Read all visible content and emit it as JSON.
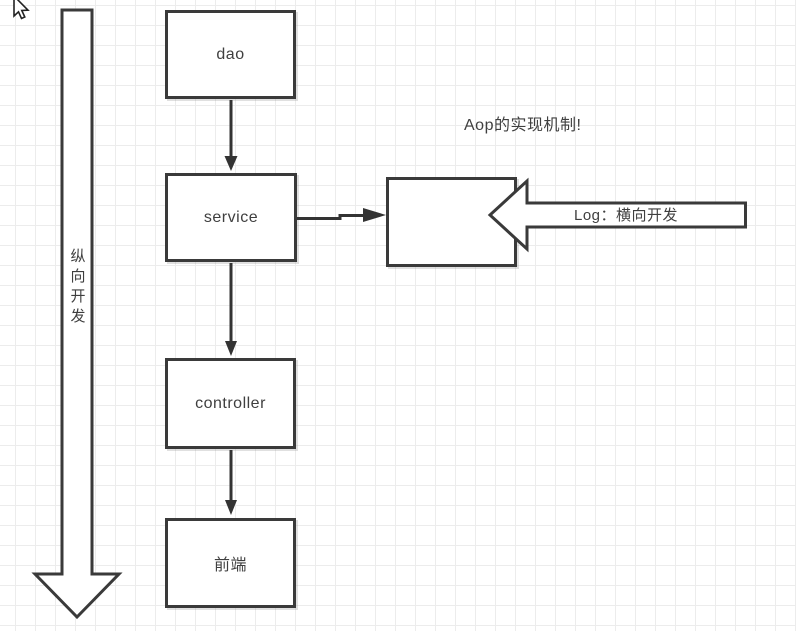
{
  "annotation": {
    "text": "Aop的实现机制!"
  },
  "vertical_flow": {
    "arrow_label": "纵向开发",
    "boxes": [
      {
        "label": "dao"
      },
      {
        "label": "service"
      },
      {
        "label": "controller"
      },
      {
        "label": "前端"
      }
    ]
  },
  "aspect": {
    "log_arrow_label": "Log：横向开发"
  },
  "colors": {
    "stroke": "#3a3a3a",
    "text": "#3f3f3f",
    "grid": "#ececec",
    "background": "#ffffff"
  }
}
